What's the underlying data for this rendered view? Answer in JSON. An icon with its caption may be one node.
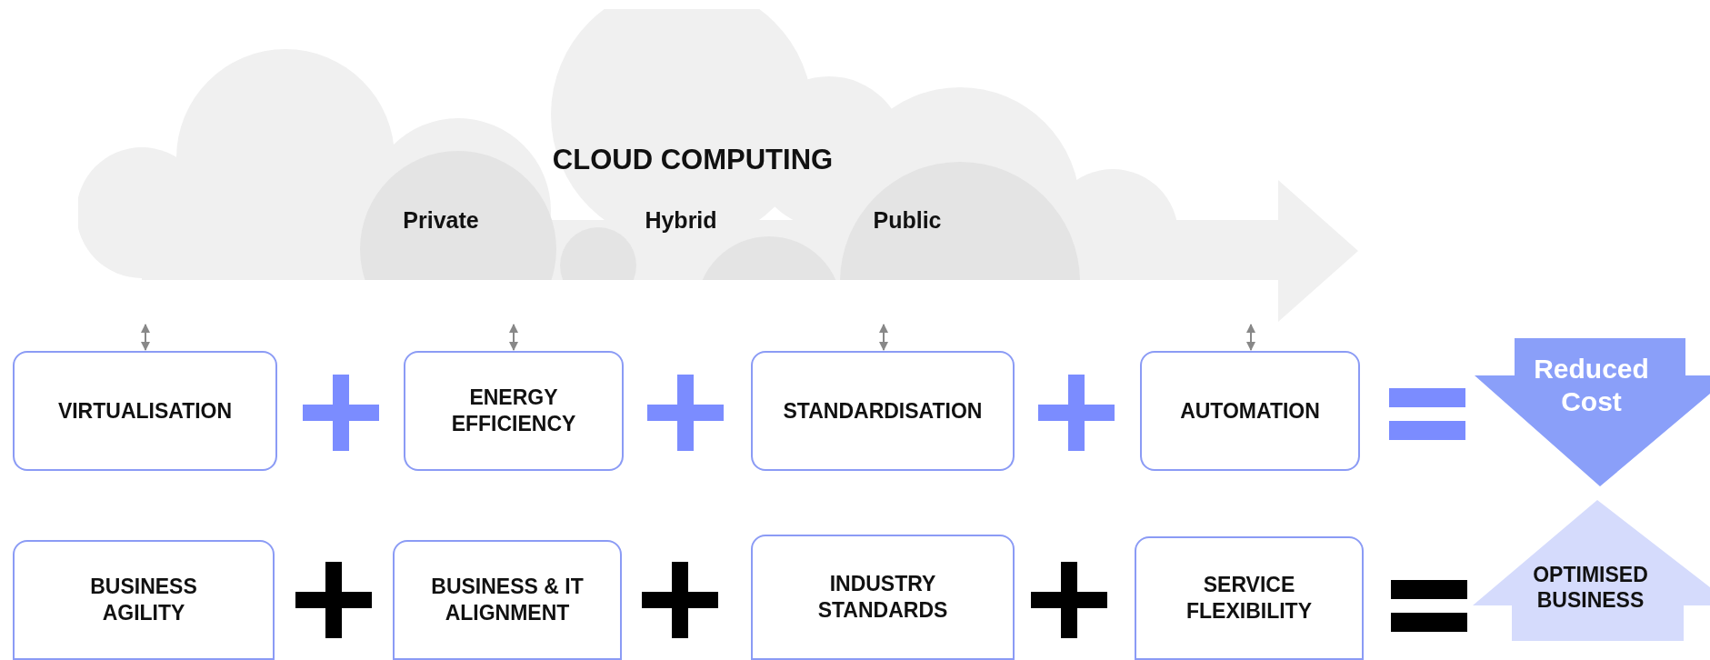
{
  "diagram": {
    "nodes": [
      {
        "text": [
          "CLOUD COMPUTING",
          "Private",
          "Hybrid",
          "Public"
        ]
      },
      {
        "text": [
          "VIRTUALISATION"
        ]
      },
      {
        "text": [
          "ENERGY EFFICIENCY"
        ]
      },
      {
        "text": [
          "STANDARDISATION"
        ]
      },
      {
        "text": [
          "AUTOMATION"
        ]
      },
      {
        "text": [
          "Reduced Cost"
        ]
      },
      {
        "text": [
          "BUSINESS AGILITY"
        ]
      },
      {
        "text": [
          "BUSINESS & IT ALIGNMENT"
        ]
      },
      {
        "text": [
          "INDUSTRY STANDARDS"
        ]
      },
      {
        "text": [
          "SERVICE FLEXIBILITY"
        ]
      },
      {
        "text": [
          "OPTIMISED BUSINESS"
        ]
      }
    ],
    "edges": [
      {
        "from": 0,
        "to": 1,
        "arrow": "both"
      },
      {
        "from": 0,
        "to": 2,
        "arrow": "both"
      },
      {
        "from": 0,
        "to": 3,
        "arrow": "both"
      },
      {
        "from": 0,
        "to": 4,
        "arrow": "both"
      }
    ]
  }
}
